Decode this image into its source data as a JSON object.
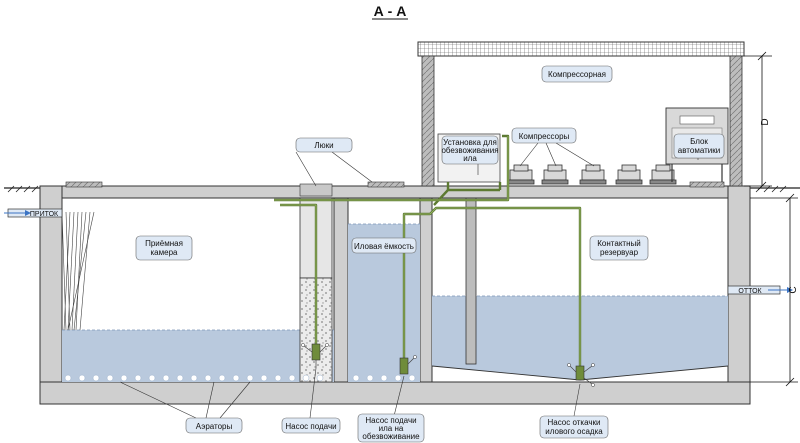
{
  "title": "А - А",
  "rooms": {
    "compressor_room": "Компрессорная"
  },
  "labels": {
    "hatches": "Люки",
    "dewatering_unit": [
      "Установка для",
      "обезвоживания",
      "ила"
    ],
    "compressors": "Компрессоры",
    "automation_block": [
      "Блок",
      "автоматики"
    ],
    "receiving_chamber": [
      "Приёмная",
      "камера"
    ],
    "sludge_tank": "Иловая ёмкость",
    "contact_reservoir": [
      "Контактный",
      "резервуар"
    ],
    "aerators": "Аэраторы",
    "feed_pump": "Насос подачи",
    "pump_to_dewatering": [
      "Насос подачи",
      "ила на",
      "обезвоживание"
    ],
    "sludge_pump": [
      "Насос откачки",
      "илового осадка"
    ]
  },
  "flows": {
    "inflow": "ПРИТОК",
    "outflow": "ОТТОК"
  },
  "dimensions": {
    "d": "D",
    "c": "C"
  },
  "colors": {
    "concrete": "#cfcfcf",
    "water": "#b9c9dd",
    "pipe": "#5d7a32",
    "callout": "#dfe9f5",
    "arrow": "#3b74c4"
  }
}
